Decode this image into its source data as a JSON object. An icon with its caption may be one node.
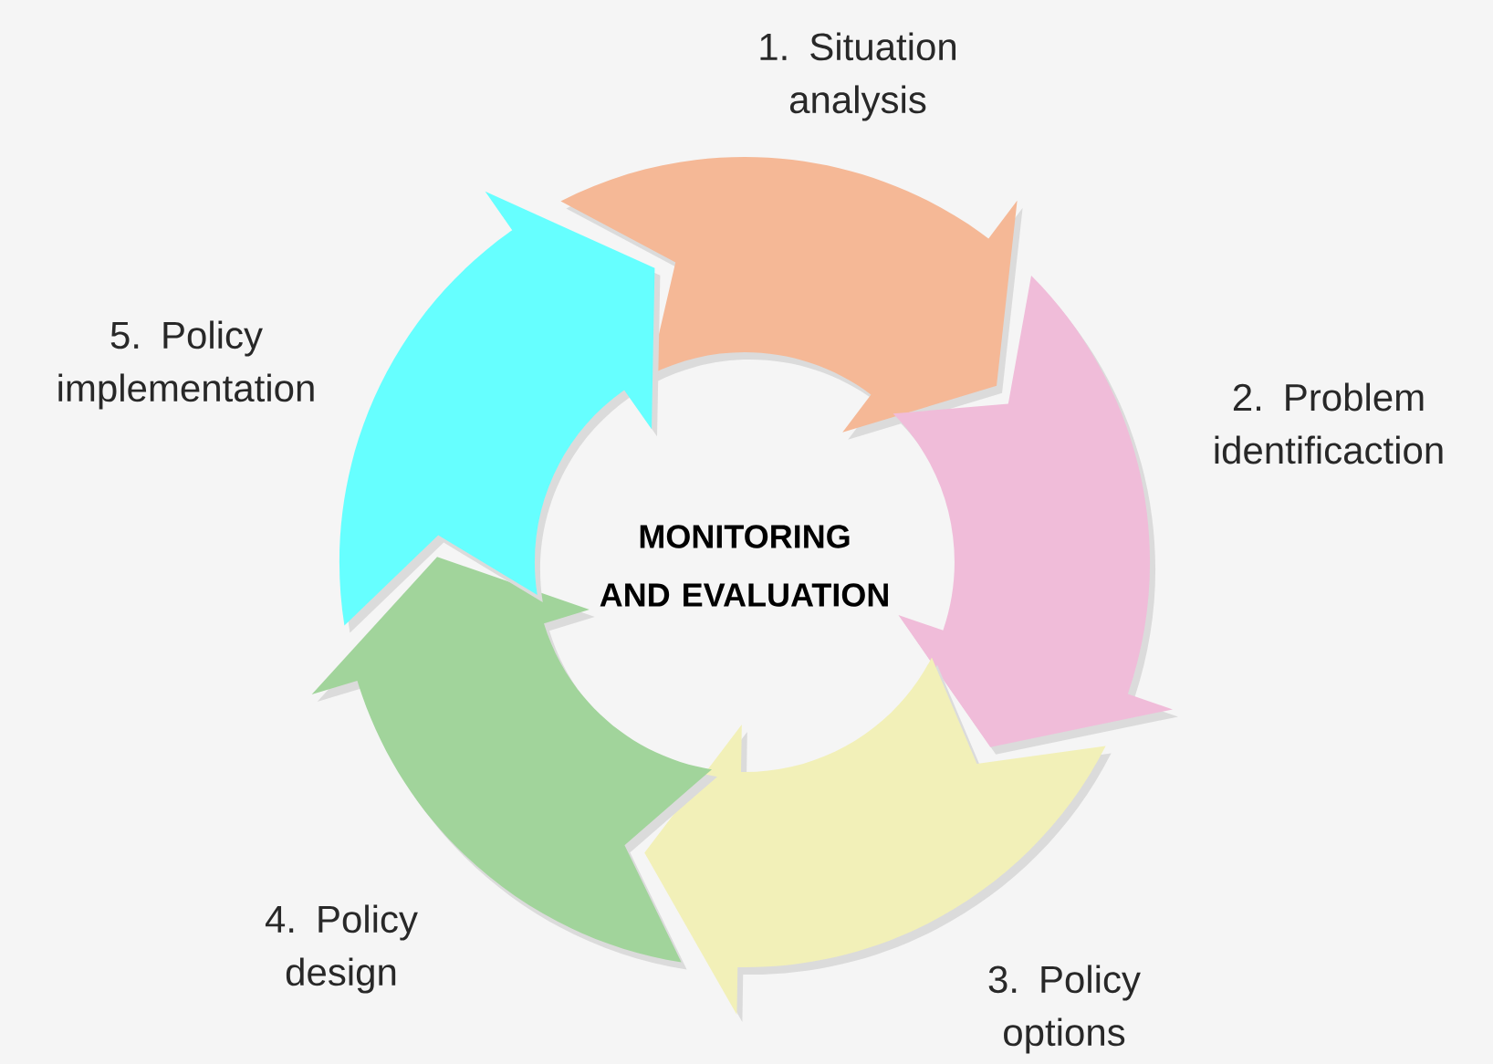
{
  "diagram": {
    "nodes": [
      {
        "text": [
          "1. Situation analysis"
        ]
      },
      {
        "text": [
          "2. Problem identificaction"
        ]
      },
      {
        "text": [
          "3. Policy options"
        ]
      },
      {
        "text": [
          "4. Policy design"
        ]
      },
      {
        "text": [
          "5. Policy implementation"
        ]
      }
    ],
    "edges": [
      {
        "from": 0,
        "to": 1,
        "arrow": "to",
        "color": "#f5b896"
      },
      {
        "from": 1,
        "to": 2,
        "arrow": "to",
        "color": "#f0bcd9"
      },
      {
        "from": 2,
        "to": 3,
        "arrow": "to",
        "color": "#f2f0b8"
      },
      {
        "from": 3,
        "to": 4,
        "arrow": "to",
        "color": "#a1d49b"
      },
      {
        "from": 4,
        "to": 0,
        "arrow": "to",
        "color": "#66ffff"
      }
    ],
    "labels": [
      "MONITORING AND EVALUATION"
    ]
  }
}
